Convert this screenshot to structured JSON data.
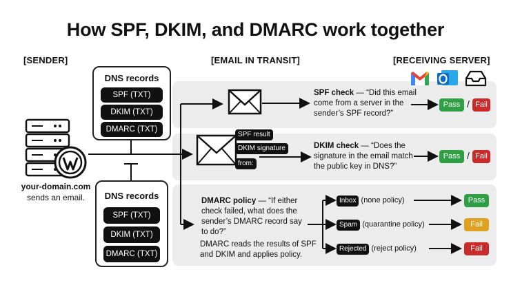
{
  "title": "How SPF, DKIM, and DMARC work together",
  "columns": {
    "sender": "[SENDER]",
    "transit": "[EMAIL IN TRANSIT]",
    "receiver": "[RECEIVING SERVER]"
  },
  "dns_top": {
    "heading": "DNS records",
    "records": [
      "SPF (TXT)",
      "DKIM (TXT)",
      "DMARC (TXT)"
    ]
  },
  "dns_bottom": {
    "heading": "DNS records",
    "records": [
      "SPF (TXT)",
      "DKIM (TXT)",
      "DMARC (TXT)"
    ]
  },
  "sender": {
    "domain": "your-domain.com",
    "caption": "sends an email."
  },
  "envelope_tags": [
    "SPF result",
    "DKIM signature",
    "from:"
  ],
  "spf_check": {
    "label": "SPF check",
    "text": "— “Did this email come from a server in the sender’s SPF record?”",
    "pass": "Pass",
    "sep": "/",
    "fail": "Fail"
  },
  "dkim_check": {
    "label": "DKIM check",
    "text": "— “Does the signature in the email match the public key in DNS?”",
    "pass": "Pass",
    "sep": "/",
    "fail": "Fail"
  },
  "dmarc": {
    "label": "DMARC policy",
    "text": "— “If either check failed, what does the sender’s DMARC record say to do?”",
    "note": "DMARC reads the results of SPF and DKIM and applies policy.",
    "outcomes": [
      {
        "tag": "Inbox",
        "policy": "(none policy)",
        "result": "Pass",
        "color": "#2f9e44"
      },
      {
        "tag": "Spam",
        "policy": "(quarantine policy)",
        "result": "Fail",
        "color": "#e0a020"
      },
      {
        "tag": "Rejected",
        "policy": "(reject policy)",
        "result": "Fail",
        "color": "#c92a2a"
      }
    ]
  },
  "mail_icons": [
    "gmail-icon",
    "outlook-icon",
    "inbox-tray-icon"
  ]
}
